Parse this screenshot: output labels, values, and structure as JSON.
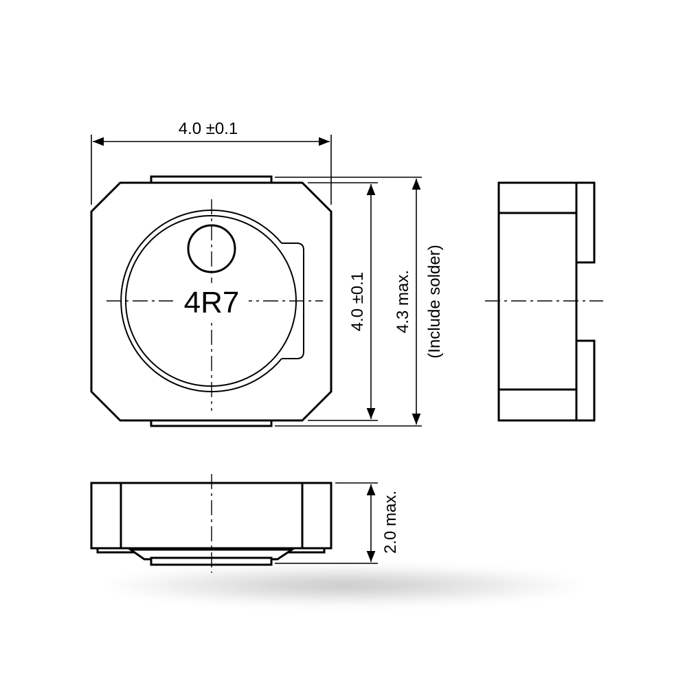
{
  "top_view": {
    "width_label": "4.0 ±0.1",
    "height_label": "4.0 ±0.1",
    "max_height_label": "4.3 max.",
    "solder_note": "(Include solder)",
    "marking": "4R7"
  },
  "front_view": {
    "thickness_label": "2.0 max."
  }
}
